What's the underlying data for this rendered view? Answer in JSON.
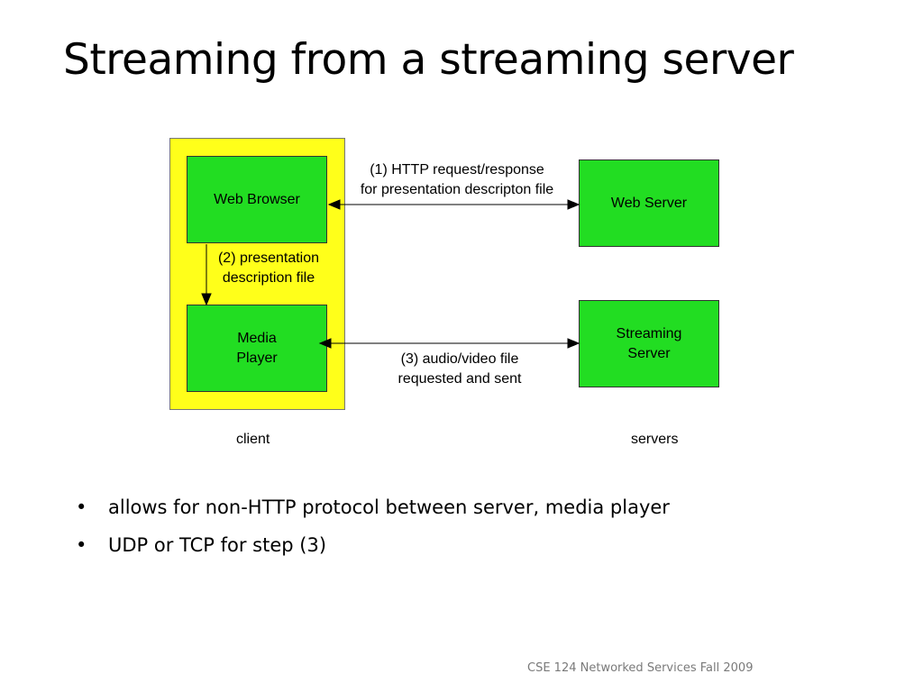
{
  "slide": {
    "title": "Streaming from a streaming server",
    "footer": "CSE 124 Networked Services Fall 2009"
  },
  "diagram": {
    "nodes": {
      "web_browser": "Web Browser",
      "media_player": "Media\nPlayer",
      "web_server": "Web Server",
      "streaming_server": "Streaming\nServer"
    },
    "edges": {
      "http": "(1) HTTP request/response\nfor presentation descripton file",
      "presentation": "(2)  presentation\ndescription file",
      "av": "(3) audio/video file\nrequested and sent"
    },
    "groups": {
      "client": "client",
      "servers": "servers"
    },
    "colors": {
      "client_background": "#ffff1a",
      "node_fill": "#22dd22"
    }
  },
  "bullets": [
    "allows for non-HTTP protocol between server, media player",
    "UDP or TCP for step (3)"
  ],
  "bullet_symbol": "•"
}
